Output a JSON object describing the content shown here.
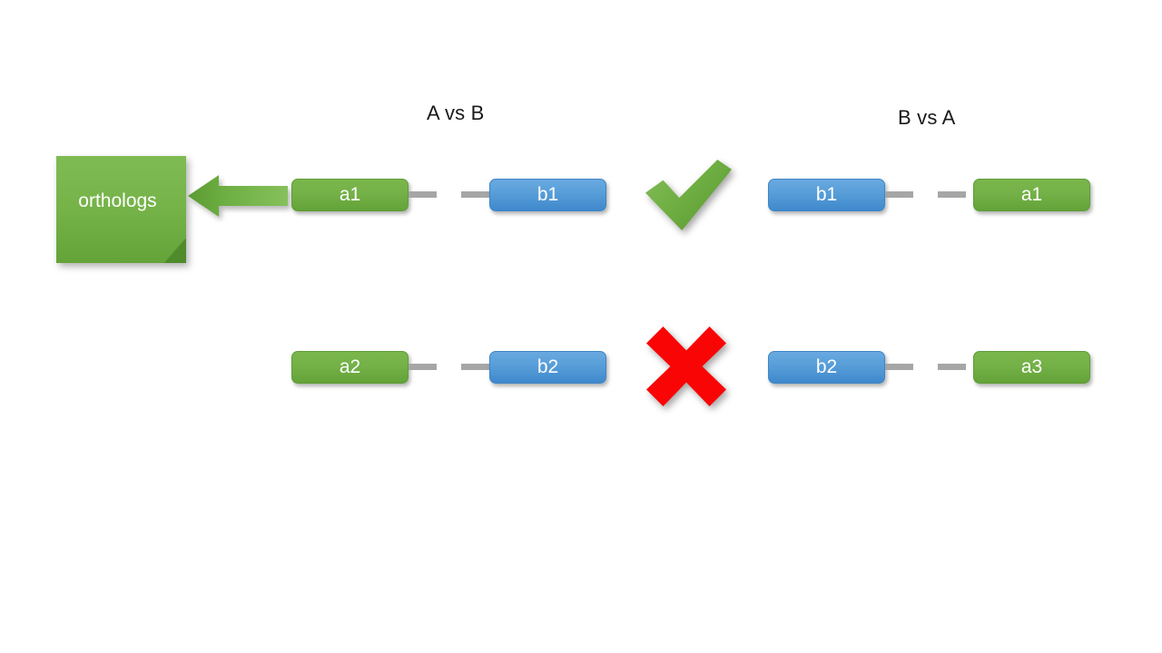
{
  "figure": {
    "title_left": "A vs B",
    "title_right": "B vs A",
    "collector": {
      "label": "orthologs",
      "arrow_icon": "left-arrow-icon"
    },
    "verdicts": {
      "row1": {
        "icon": "check-mark-icon",
        "meaning": "accepted",
        "color": "#6fae42"
      },
      "row2": {
        "icon": "cross-mark-icon",
        "meaning": "rejected",
        "color": "#fa0505"
      }
    },
    "colors": {
      "green": "#70ad47",
      "blue": "#5b9bd5",
      "dash": "#a6a6a6",
      "text": "#ffffff",
      "heading": "#1a1a1a"
    },
    "pairs": [
      {
        "row": 1,
        "side": "left",
        "comparison": "A vs B",
        "left_gene": {
          "label": "a1",
          "species": "A",
          "color": "green"
        },
        "right_gene": {
          "label": "b1",
          "species": "B",
          "color": "blue"
        }
      },
      {
        "row": 1,
        "side": "right",
        "comparison": "B vs A",
        "left_gene": {
          "label": "b1",
          "species": "B",
          "color": "blue"
        },
        "right_gene": {
          "label": "a1",
          "species": "A",
          "color": "green"
        }
      },
      {
        "row": 2,
        "side": "left",
        "comparison": "A vs B",
        "left_gene": {
          "label": "a2",
          "species": "A",
          "color": "green"
        },
        "right_gene": {
          "label": "b2",
          "species": "B",
          "color": "blue"
        }
      },
      {
        "row": 2,
        "side": "right",
        "comparison": "B vs A",
        "left_gene": {
          "label": "b2",
          "species": "B",
          "color": "blue"
        },
        "right_gene": {
          "label": "a3",
          "species": "A",
          "color": "green"
        }
      }
    ]
  }
}
